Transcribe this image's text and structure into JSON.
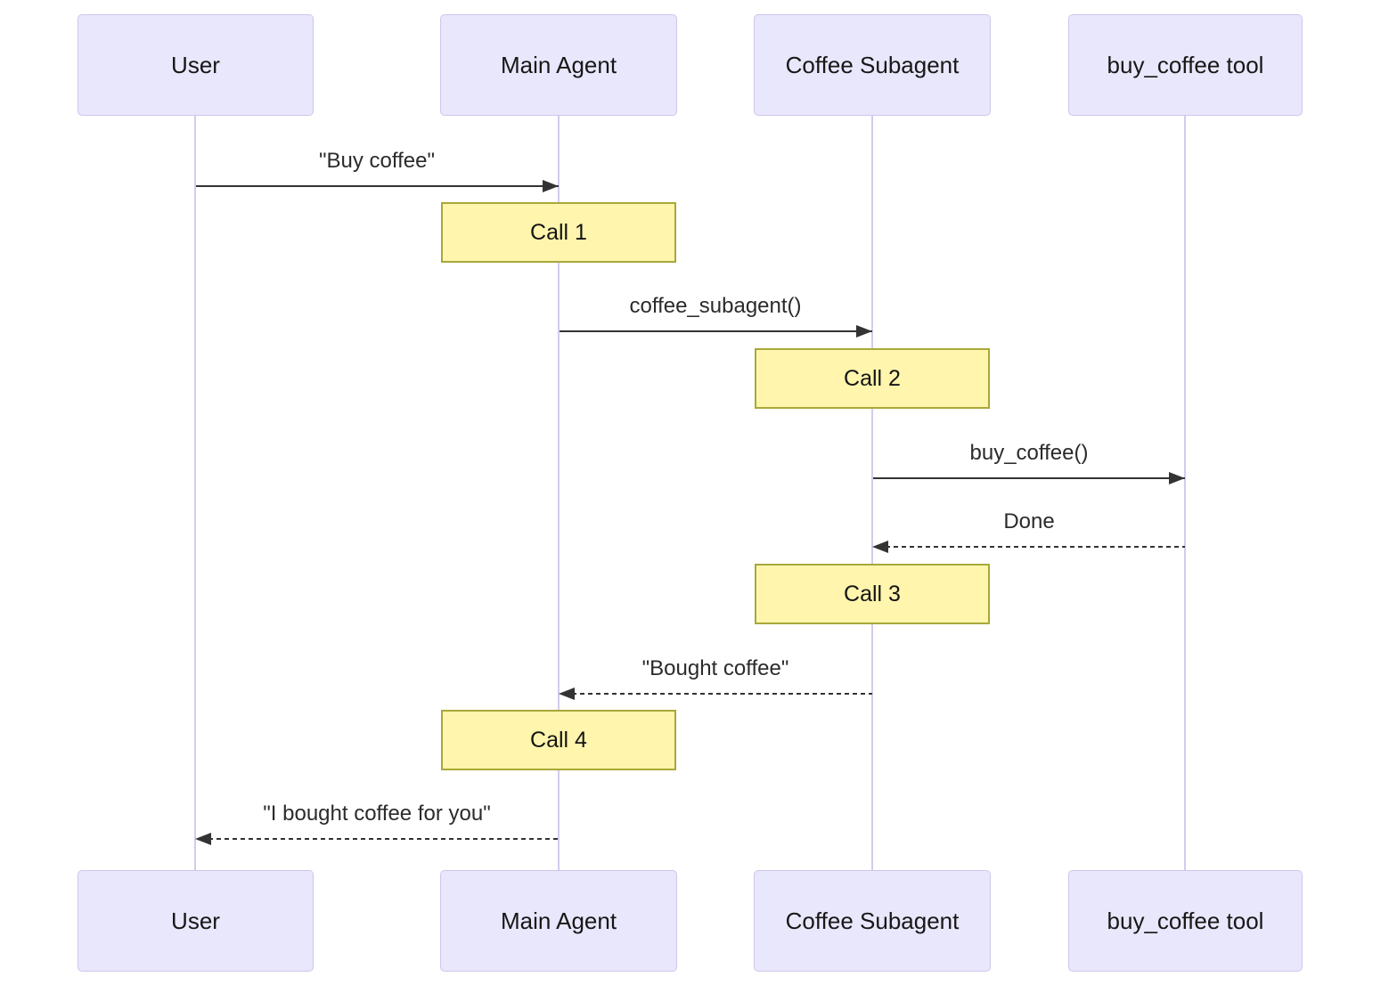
{
  "diagram": {
    "type": "sequence",
    "actors": [
      {
        "id": "user",
        "label": "User"
      },
      {
        "id": "main-agent",
        "label": "Main Agent"
      },
      {
        "id": "coffee-subagent",
        "label": "Coffee Subagent"
      },
      {
        "id": "buy-coffee-tool",
        "label": "buy_coffee tool"
      }
    ],
    "messages": [
      {
        "from": "User",
        "to": "Main Agent",
        "label": "\"Buy coffee\"",
        "style": "solid"
      },
      {
        "from": "Main Agent",
        "to": "Coffee Subagent",
        "label": "coffee_subagent()",
        "style": "solid"
      },
      {
        "from": "Coffee Subagent",
        "to": "buy_coffee tool",
        "label": "buy_coffee()",
        "style": "solid"
      },
      {
        "from": "buy_coffee tool",
        "to": "Coffee Subagent",
        "label": "Done",
        "style": "dashed"
      },
      {
        "from": "Coffee Subagent",
        "to": "Main Agent",
        "label": "\"Bought coffee\"",
        "style": "dashed"
      },
      {
        "from": "Main Agent",
        "to": "User",
        "label": "\"I bought coffee for you\"",
        "style": "dashed"
      }
    ],
    "notes": [
      {
        "over": "Main Agent",
        "label": "Call 1"
      },
      {
        "over": "Coffee Subagent",
        "label": "Call 2"
      },
      {
        "over": "Coffee Subagent",
        "label": "Call 3"
      },
      {
        "over": "Main Agent",
        "label": "Call 4"
      }
    ],
    "colors": {
      "actor_fill": "#E9E7FB",
      "actor_border": "#D0C5EC",
      "lifeline": "#D5CAEE",
      "note_fill": "#FFF5AD",
      "note_border": "#A8A838",
      "arrow": "#333333",
      "text": "#171717"
    }
  }
}
